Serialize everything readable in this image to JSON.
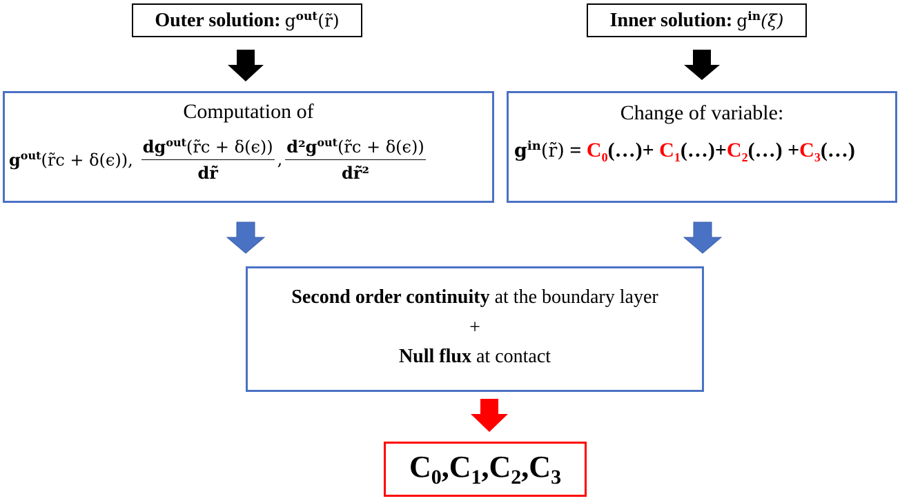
{
  "outer_label": {
    "bold": "Outer solution:",
    "fn": "g",
    "sup": "out",
    "arg": "(r̃)"
  },
  "inner_label": {
    "bold": "Inner solution:",
    "fn": "g",
    "sup": "in",
    "arg": "(ξ)"
  },
  "computation": {
    "title": "Computation of",
    "term1_fn": "g",
    "term1_sup": "out",
    "term1_arg": "(r̃c + δ(ϵ)),",
    "frac1_num_fn": "dg",
    "frac1_num_sup": "out",
    "frac1_num_arg": "(r̃c + δ(ϵ))",
    "frac1_den": "dr̃",
    "separator": ",",
    "frac2_num_fn": "d²g",
    "frac2_num_sup": "out",
    "frac2_num_arg": "(r̃c + δ(ϵ))",
    "frac2_den": "dr̃²"
  },
  "change_variable": {
    "title": "Change of variable:",
    "lhs_fn": "g",
    "lhs_sup": "in",
    "lhs_arg": "(r̃)",
    "equals": " = ",
    "c_letter": "C",
    "c0_sub": "0",
    "c1_sub": "1",
    "c2_sub": "2",
    "c3_sub": "3",
    "term0": "(…)+ ",
    "term1": "(…)+",
    "term2": "(…) +",
    "term3": "(…)"
  },
  "continuity": {
    "line1_bold": "Second order continuity",
    "line1_rest": " at the boundary layer",
    "plus": "+",
    "line3_bold": "Null flux",
    "line3_rest": " at contact"
  },
  "result": {
    "c_letter": "C",
    "s0": "0",
    "s1": "1",
    "s2": "2",
    "s3": "3",
    "comma": ","
  },
  "colors": {
    "black_arrow": "#000000",
    "blue_arrow": "#4a72c4",
    "red_arrow": "#ff0000",
    "blue_border": "#4a72c4",
    "red_border": "#ff0000"
  }
}
